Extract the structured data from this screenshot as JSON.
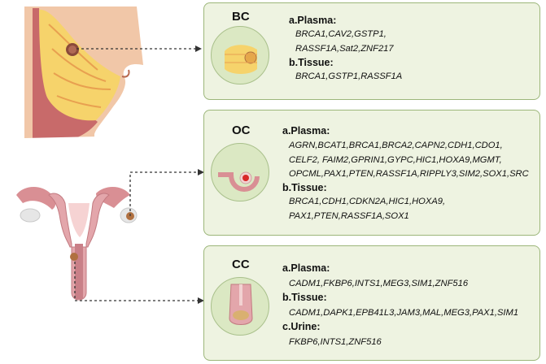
{
  "panels": {
    "bc": {
      "title": "BC",
      "sections": [
        {
          "label": "a.Plasma:",
          "lines": [
            "BRCA1,CAV2,GSTP1,",
            "RASSF1A,Sat2,ZNF217"
          ]
        },
        {
          "label": "b.Tissue:",
          "lines": [
            "BRCA1,GSTP1,RASSF1A"
          ]
        }
      ]
    },
    "oc": {
      "title": "OC",
      "sections": [
        {
          "label": "a.Plasma:",
          "lines": [
            "AGRN,BCAT1,BRCA1,BRCA2,CAPN2,CDH1,CDO1,",
            "CELF2, FAIM2,GPRIN1,GYPC,HIC1,HOXA9,MGMT,",
            "OPCML,PAX1,PTEN,RASSF1A,RIPPLY3,SIM2,SOX1,SRC"
          ]
        },
        {
          "label": "b.Tissue:",
          "lines": [
            "BRCA1,CDH1,CDKN2A,HIC1,HOXA9,",
            "PAX1,PTEN,RASSF1A,SOX1"
          ]
        }
      ]
    },
    "cc": {
      "title": "CC",
      "sections": [
        {
          "label": "a.Plasma:",
          "lines": [
            "CADM1,FKBP6,INTS1,MEG3,SIM1,ZNF516"
          ]
        },
        {
          "label": "b.Tissue:",
          "lines": [
            "CADM1,DAPK1,EPB41L3,JAM3,MAL,MEG3,PAX1,SIM1"
          ]
        },
        {
          "label": "c.Urine:",
          "lines": [
            "FKBP6,INTS1,ZNF516"
          ]
        }
      ]
    }
  },
  "colors": {
    "panel_bg": "#eef3e1",
    "panel_border": "#9cb67a",
    "circle_bg": "#dbe8c3",
    "tissue_pink": "#e8a3a8",
    "tumor": "#8a4a3a"
  }
}
